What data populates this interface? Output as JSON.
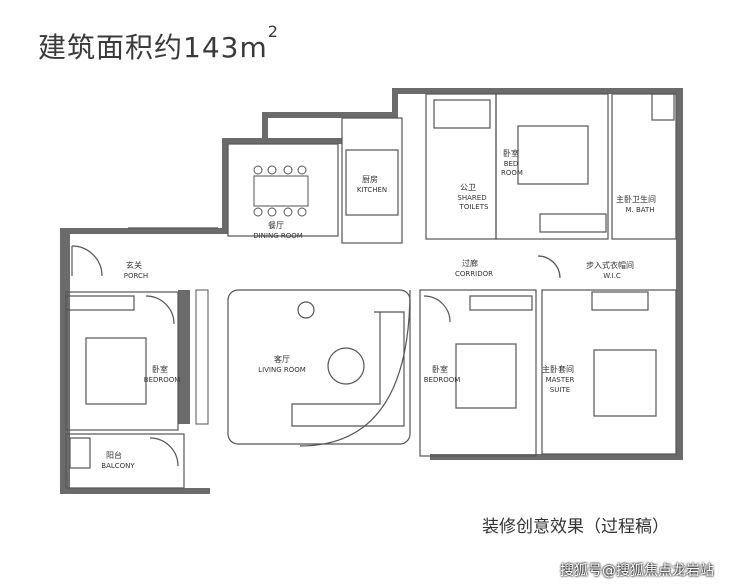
{
  "title": {
    "text": "建筑面积约143m",
    "sup": "2"
  },
  "caption": "装修创意效果（过程稿）",
  "watermark": "搜狐号@搜狐焦点龙岩站",
  "colors": {
    "wall": "#6b6b6b",
    "line": "#555555",
    "bg": "#ffffff"
  },
  "rooms": {
    "dining": {
      "cn": "餐厅",
      "en": "DINING ROOM"
    },
    "kitchen": {
      "cn": "厨房",
      "en": "KITCHEN"
    },
    "toilet": {
      "cn": "公卫",
      "en1": "SHARED",
      "en2": "TOILETS"
    },
    "bed_top": {
      "cn": "卧室",
      "en1": "BED",
      "en2": "ROOM"
    },
    "mbath": {
      "cn": "主卧卫生间",
      "en": "M. BATH"
    },
    "porch": {
      "cn": "玄关",
      "en": "PORCH"
    },
    "corridor": {
      "cn": "过廊",
      "en": "CORRIDOR"
    },
    "wic": {
      "cn": "步入式衣帽间",
      "en": "W.I.C"
    },
    "bed_left": {
      "cn": "卧室",
      "en": "BEDROOM"
    },
    "living": {
      "cn": "客厅",
      "en": "LIVING ROOM"
    },
    "bed_mid": {
      "cn": "卧室",
      "en": "BEDROOM"
    },
    "master": {
      "cn": "主卧套间",
      "en1": "MASTER",
      "en2": "SUITE"
    },
    "balcony": {
      "cn": "阳台",
      "en": "BALCONY"
    }
  }
}
